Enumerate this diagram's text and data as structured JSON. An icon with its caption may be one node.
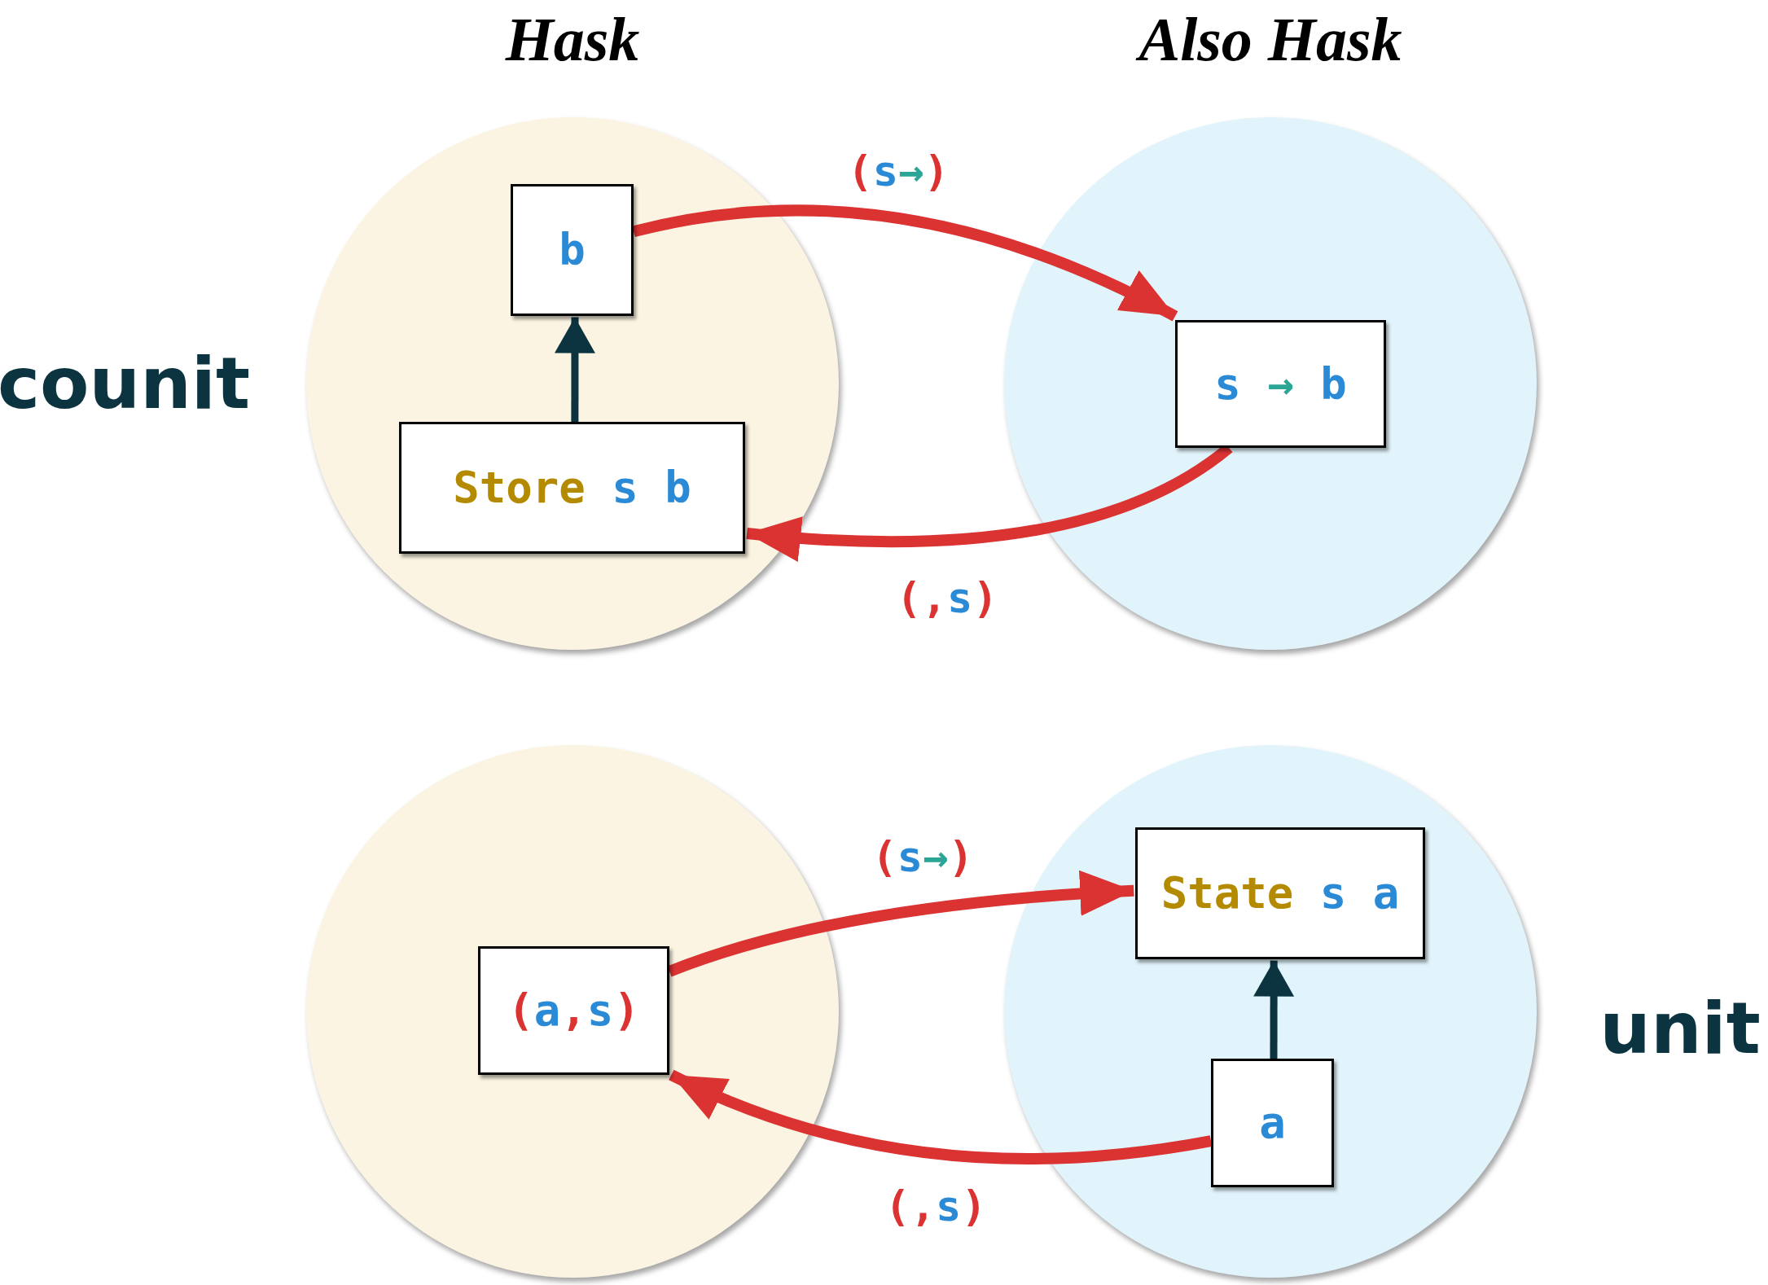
{
  "diagram": {
    "nodes": [
      {
        "text": [],
        "shape": "circle"
      },
      {
        "text": [
          "b"
        ],
        "in": 0
      },
      {
        "text": [
          "Store s b"
        ],
        "in": 0
      },
      {
        "text": [],
        "shape": "circle"
      },
      {
        "text": [
          "s → b"
        ],
        "in": 3
      },
      {
        "text": [],
        "shape": "circle"
      },
      {
        "text": [
          "(a,s)"
        ],
        "in": 5
      },
      {
        "text": [],
        "shape": "circle"
      },
      {
        "text": [
          "State s a"
        ],
        "in": 7
      },
      {
        "text": [
          "a"
        ],
        "in": 7
      }
    ],
    "edges": [
      {
        "from": 2,
        "to": 1,
        "arrow": "to",
        "color": "#0b3440"
      },
      {
        "from": 1,
        "to": 4,
        "arrow": "to",
        "label": "(s→)"
      },
      {
        "from": 4,
        "to": 2,
        "arrow": "to",
        "label": "(,s)"
      },
      {
        "from": 6,
        "to": 8,
        "arrow": "to",
        "label": "(s→)"
      },
      {
        "from": 9,
        "to": 6,
        "arrow": "to",
        "label": "(,s)"
      },
      {
        "from": 9,
        "to": 8,
        "arrow": "to",
        "color": "#0b3440"
      }
    ],
    "labels": [
      "Hask",
      "Also Hask",
      "counit",
      "unit"
    ]
  }
}
